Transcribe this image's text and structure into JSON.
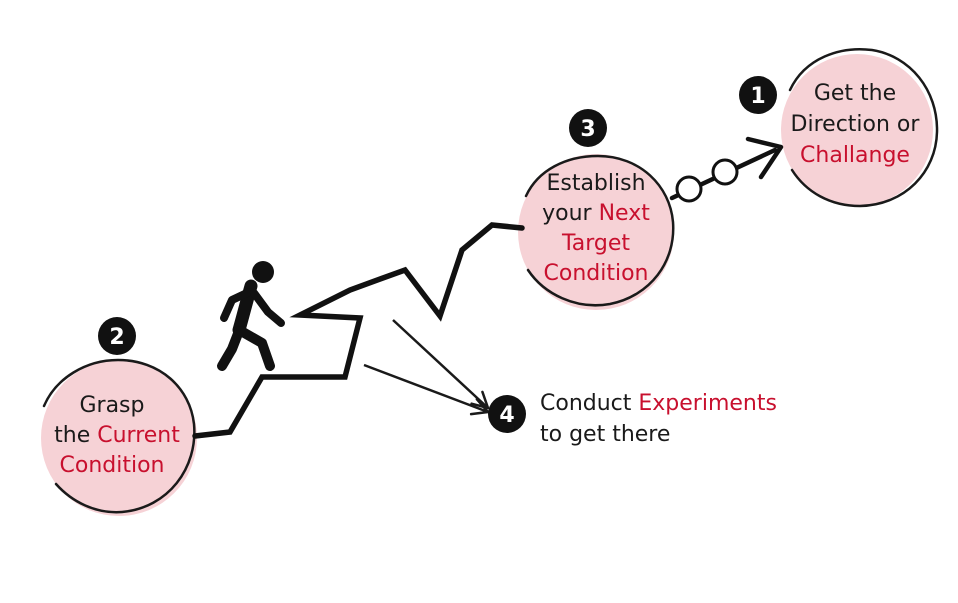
{
  "colors": {
    "ink": "#1a1a1a",
    "highlight": "#c8102e",
    "bubble_fill": "#f6d2d6",
    "badge_fill": "#111111",
    "badge_text": "#ffffff"
  },
  "steps": [
    {
      "number": "1",
      "lines": [
        {
          "text": "Get the"
        },
        {
          "text": "Direction or"
        },
        {
          "highlight": "Challange"
        }
      ]
    },
    {
      "number": "2",
      "lines": [
        {
          "text": "Grasp"
        },
        {
          "text": "the ",
          "highlight": "Current"
        },
        {
          "highlight": "Condition"
        }
      ]
    },
    {
      "number": "3",
      "lines": [
        {
          "text": "Establish"
        },
        {
          "text": "your ",
          "highlight": "Next"
        },
        {
          "highlight": "Target"
        },
        {
          "highlight": "Condition"
        }
      ]
    },
    {
      "number": "4",
      "lines": [
        {
          "text": "Conduct ",
          "highlight": "Experiments"
        },
        {
          "text": "to get there"
        }
      ]
    }
  ],
  "icons": {
    "walker": "walking-person-icon",
    "arrow": "arrow-icon"
  }
}
